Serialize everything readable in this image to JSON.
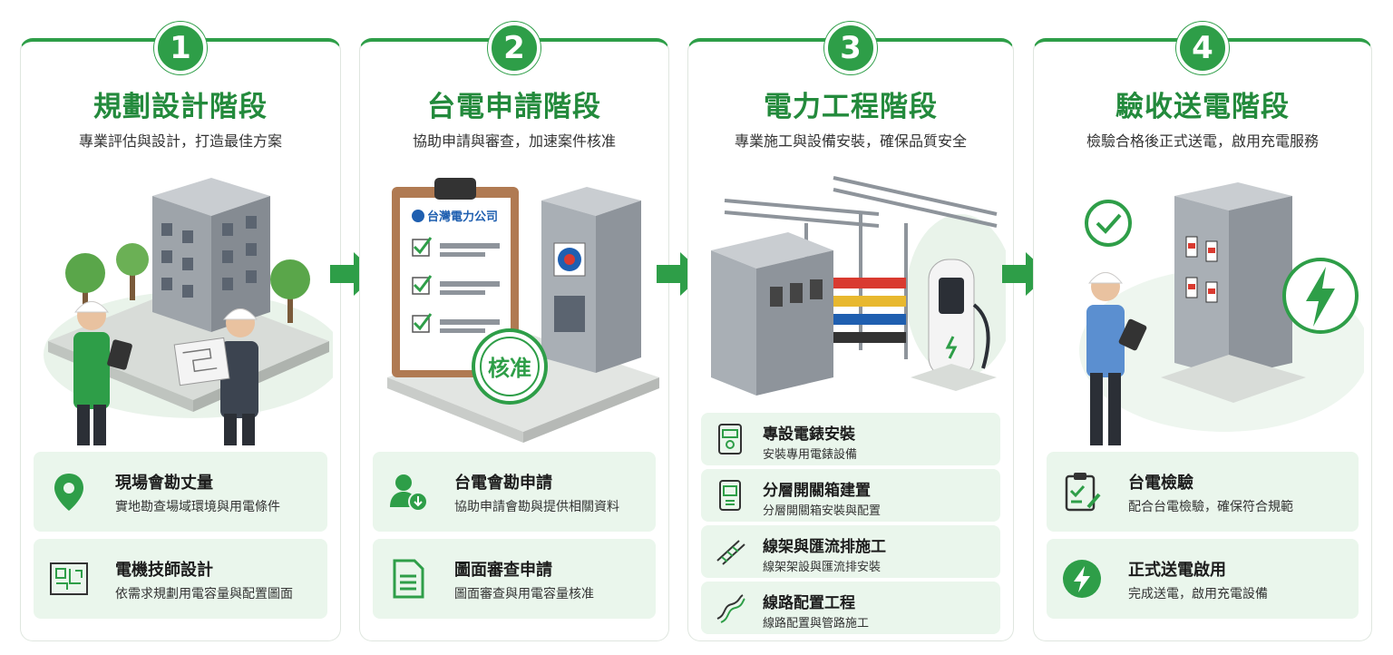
{
  "stages": [
    {
      "number": "1",
      "title": "規劃設計階段",
      "subtitle": "專業評估與設計，打造最佳方案",
      "items": [
        {
          "title": "現場會勘丈量",
          "desc": "實地勘查場域環境與用電條件",
          "icon": "location-pin-icon"
        },
        {
          "title": "電機技師設計",
          "desc": "依需求規劃用電容量與配置圖面",
          "icon": "blueprint-icon"
        }
      ]
    },
    {
      "number": "2",
      "title": "台電申請階段",
      "subtitle": "協助申請與審查，加速案件核准",
      "clipboard_header": "台灣電力公司",
      "stamp_text": "核准",
      "items": [
        {
          "title": "台電會勘申請",
          "desc": "協助申請會勘與提供相關資料",
          "icon": "person-download-icon"
        },
        {
          "title": "圖面審查申請",
          "desc": "圖面審查與用電容量核准",
          "icon": "document-icon"
        }
      ]
    },
    {
      "number": "3",
      "title": "電力工程階段",
      "subtitle": "專業施工與設備安裝，確保品質安全",
      "items": [
        {
          "title": "專設電錶安裝",
          "desc": "安裝專用電錶設備",
          "icon": "meter-icon"
        },
        {
          "title": "分層開關箱建置",
          "desc": "分層開關箱安裝與配置",
          "icon": "switchbox-icon"
        },
        {
          "title": "線架與匯流排施工",
          "desc": "線架架設與匯流排安裝",
          "icon": "cable-tray-icon"
        },
        {
          "title": "線路配置工程",
          "desc": "線路配置與管路施工",
          "icon": "wiring-icon"
        }
      ]
    },
    {
      "number": "4",
      "title": "驗收送電階段",
      "subtitle": "檢驗合格後正式送電，啟用充電服務",
      "items": [
        {
          "title": "台電檢驗",
          "desc": "配合台電檢驗，確保符合規範",
          "icon": "clipboard-check-icon"
        },
        {
          "title": "正式送電啟用",
          "desc": "完成送電，啟用充電設備",
          "icon": "lightning-icon"
        }
      ]
    }
  ],
  "colors": {
    "accent": "#2e9e48",
    "dark_accent": "#238a3c",
    "item_bg": "#eaf6ec"
  }
}
